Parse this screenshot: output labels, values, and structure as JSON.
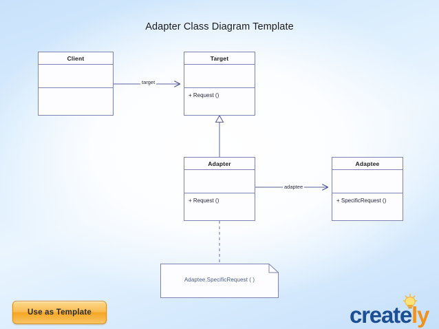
{
  "page": {
    "title": "Adapter Class Diagram Template",
    "background_top": "#c9e2fb",
    "background_bottom": "#c6e0fa",
    "canvas_color": "#ffffff"
  },
  "diagram": {
    "type": "uml-class-diagram",
    "border_color": "#7d81b6",
    "classes": [
      {
        "id": "client",
        "name": "Client",
        "attributes": [],
        "operations": []
      },
      {
        "id": "target",
        "name": "Target",
        "attributes": [],
        "operations": [
          "+ Request ()"
        ]
      },
      {
        "id": "adapter",
        "name": "Adapter",
        "attributes": [],
        "operations": [
          "+ Request ()"
        ]
      },
      {
        "id": "adaptee",
        "name": "Adaptee",
        "attributes": [],
        "operations": [
          "+ SpecificRequest ()"
        ]
      }
    ],
    "connectors": [
      {
        "id": "client-to-target",
        "from": "client",
        "to": "target",
        "label": "target",
        "style": "association",
        "arrowhead": "open"
      },
      {
        "id": "adapter-to-target",
        "from": "adapter",
        "to": "target",
        "label": "",
        "style": "generalization",
        "arrowhead": "hollow-triangle"
      },
      {
        "id": "adapter-to-adaptee",
        "from": "adapter",
        "to": "adaptee",
        "label": "adaptee",
        "style": "association",
        "arrowhead": "open"
      },
      {
        "id": "adapter-to-note",
        "from": "adapter",
        "to": "note",
        "label": "",
        "style": "dashed",
        "arrowhead": "none"
      }
    ],
    "note": {
      "text": "Adaptee.SpecificRequest ( )",
      "text_color": "#4a5a86"
    }
  },
  "toolbar": {
    "use_template_label": "Use as Template"
  },
  "branding": {
    "name_primary": "create",
    "name_accent": "ly",
    "primary_color": "#1c4f93",
    "accent_color": "#f0921e",
    "icon": "lightbulb-icon"
  }
}
